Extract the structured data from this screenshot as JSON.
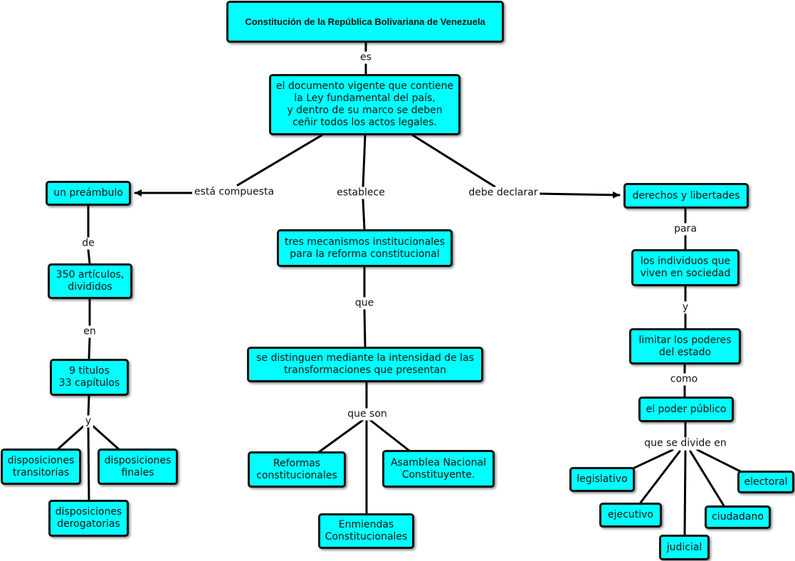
{
  "concept_map": {
    "root": "Constitución de la República Bolivariana de Venezuela",
    "definition": "el documento vigente que contiene\nla Ley fundamental del país,\n y dentro de su marco se deben\nceñir todos los actos legales.",
    "left": {
      "preambulo": "un preámbulo",
      "articulos": "350 artículos,\ndivididos",
      "titulos": "9 titulos\n33 capítulos",
      "transitorias": "disposiciones\ntransitorias",
      "finales": "disposiciones\nfinales",
      "derogatorias": "disposiciones\nderogatorias"
    },
    "center": {
      "mecanismos": "tres mecanismos institucionales\npara la reforma constitucional",
      "distinguen": "se distinguen mediante la intensidad de las\ntransformaciones que presentan",
      "reformas": "Reformas\nconstitucionales",
      "asamblea": "Asamblea Nacional\nConstituyente.",
      "enmiendas": "Enmiendas\nConstitucionales"
    },
    "right": {
      "derechos": "derechos y libertades",
      "individuos": "los individuos que\nviven en sociedad",
      "limitar": "limitar los poderes\ndel estado",
      "poder": "el poder público",
      "legislativo": "legislativo",
      "electoral": "electoral",
      "ejecutivo": "ejecutivo",
      "ciudadano": "ciudadano",
      "judicial": "judicial"
    },
    "links": {
      "es": "es",
      "esta_compuesta": "está compuesta",
      "establece": "establece",
      "debe_declarar": "debe declarar",
      "de": "de",
      "en": "en",
      "y_left": "y",
      "que": "que",
      "que_son": "que son",
      "para": "para",
      "y_right": "y",
      "como": "como",
      "que_se_divide_en": "que se divide en"
    }
  }
}
